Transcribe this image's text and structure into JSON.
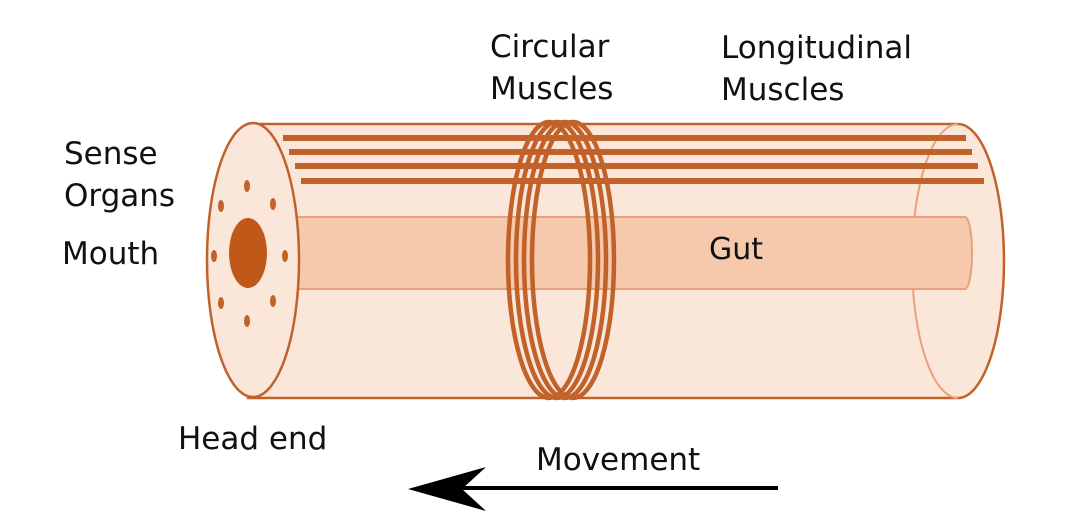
{
  "labels": {
    "circular_muscles": [
      "Circular",
      "Muscles"
    ],
    "longitudinal_muscles": [
      "Longitudinal",
      "Muscles"
    ],
    "sense_organs": [
      "Sense",
      "Organs"
    ],
    "mouth": "Mouth",
    "gut": "Gut",
    "head_end": "Head end",
    "movement": "Movement"
  },
  "colors": {
    "body_fill": "#fbe6da",
    "outline": "#c0622a",
    "muscle": "#c0622a",
    "gut_fill": "#f6c9ad",
    "gut_outline": "#e8a27a",
    "mouth_fill": "#c0581a",
    "arrow": "#000000"
  },
  "icons": {
    "movement_arrow": "arrow-left-icon"
  }
}
